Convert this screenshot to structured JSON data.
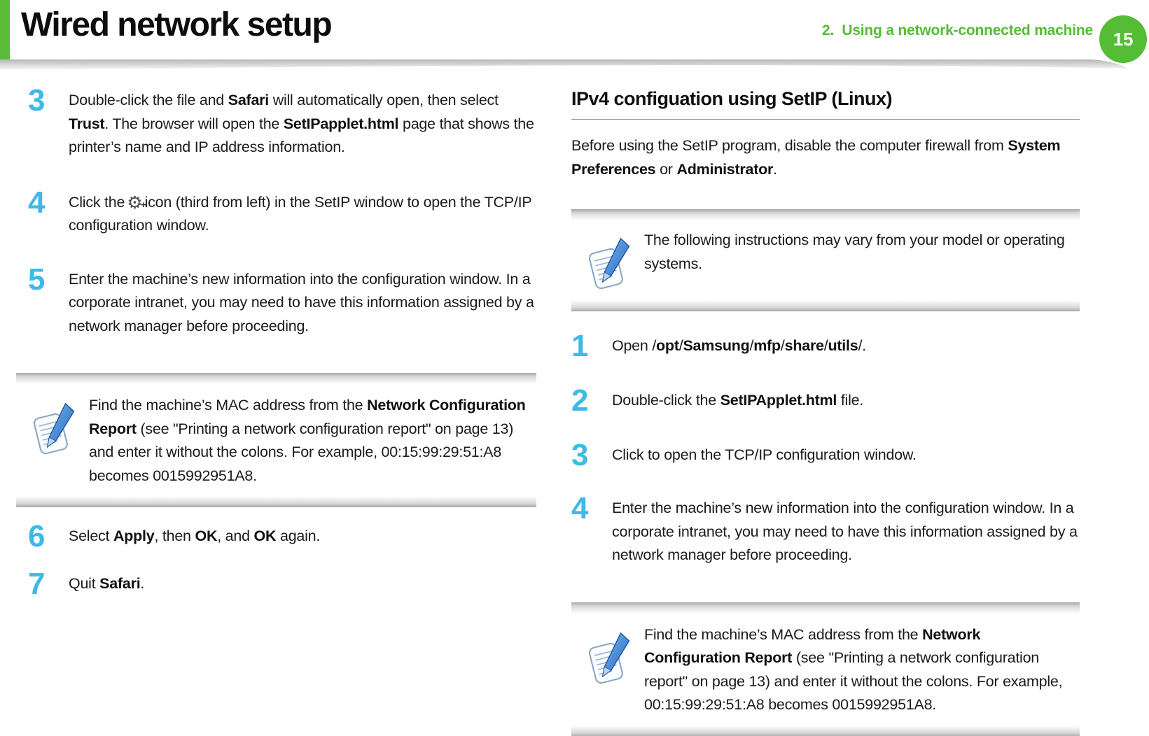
{
  "header": {
    "title": "Wired network setup",
    "chapter": "2.  Using a network-connected machine",
    "page_number": "15"
  },
  "icons": {
    "gear-plus-icon": "⚙"
  },
  "left_column": {
    "step3": {
      "num": "3",
      "segments": [
        {
          "t": "Double-click the file and "
        },
        {
          "t": "Safari",
          "b": true
        },
        {
          "t": " will automatically open, then select "
        },
        {
          "t": "Trust",
          "b": true
        },
        {
          "t": ". The browser will open the "
        },
        {
          "t": "SetIPapplet.html",
          "b": true
        },
        {
          "t": " page that shows the printer’s name and IP address information."
        }
      ]
    },
    "step4": {
      "num": "4",
      "segments": [
        {
          "t": "Click the"
        },
        {
          "icon": "gear-plus-icon"
        },
        {
          "t": "icon (third from left) in the SetIP window to open the TCP/IP configuration window."
        }
      ]
    },
    "step5": {
      "num": "5",
      "segments": [
        {
          "t": "Enter the machine’s new information into the configuration window. In a corporate intranet, you may need to have this information assigned by a network manager before proceeding."
        }
      ]
    },
    "note": {
      "segments": [
        {
          "t": "Find the machine’s MAC address from the "
        },
        {
          "t": "Network Configuration Report",
          "b": true
        },
        {
          "t": " (see \"Printing a network configuration report\" on page 13) and enter it without the colons. For example, 00:15:99:29:51:A8 becomes 0015992951A8."
        }
      ]
    },
    "step6": {
      "num": "6",
      "segments": [
        {
          "t": "Select "
        },
        {
          "t": "Apply",
          "b": true
        },
        {
          "t": ", then "
        },
        {
          "t": "OK",
          "b": true
        },
        {
          "t": ", and "
        },
        {
          "t": "OK",
          "b": true
        },
        {
          "t": " again."
        }
      ]
    },
    "step7": {
      "num": "7",
      "segments": [
        {
          "t": "Quit "
        },
        {
          "t": "Safari",
          "b": true
        },
        {
          "t": "."
        }
      ]
    }
  },
  "right_column": {
    "heading": "IPv4 configuation using SetIP (Linux)",
    "intro_segments": [
      {
        "t": "Before using the SetIP program, disable the computer firewall from "
      },
      {
        "t": "System Preferences",
        "b": true
      },
      {
        "t": " or "
      },
      {
        "t": "Administrator",
        "b": true
      },
      {
        "t": "."
      }
    ],
    "note1": {
      "segments": [
        {
          "t": "The following instructions may vary from your model or operating systems."
        }
      ]
    },
    "step1": {
      "num": "1",
      "segments": [
        {
          "t": "Open /"
        },
        {
          "t": "opt",
          "b": true
        },
        {
          "t": "/"
        },
        {
          "t": "Samsung",
          "b": true
        },
        {
          "t": "/"
        },
        {
          "t": "mfp",
          "b": true
        },
        {
          "t": "/"
        },
        {
          "t": "share",
          "b": true
        },
        {
          "t": "/"
        },
        {
          "t": "utils",
          "b": true
        },
        {
          "t": "/."
        }
      ]
    },
    "step2": {
      "num": "2",
      "segments": [
        {
          "t": "Double-click the "
        },
        {
          "t": "SetIPApplet.html",
          "b": true
        },
        {
          "t": " file."
        }
      ]
    },
    "step3": {
      "num": "3",
      "segments": [
        {
          "t": "Click to open the TCP/IP configuration window."
        }
      ]
    },
    "step4": {
      "num": "4",
      "segments": [
        {
          "t": "Enter the machine’s new information into the configuration window. In a corporate intranet, you may need to have this information assigned by a network manager before proceeding."
        }
      ]
    },
    "note2": {
      "segments": [
        {
          "t": "Find the machine’s MAC address from the "
        },
        {
          "t": "Network Configuration Report",
          "b": true
        },
        {
          "t": " (see \"Printing a network configuration report\" on page 13) and enter it without the colons. For example, 00:15:99:29:51:A8 becomes 0015992951A8."
        }
      ]
    }
  }
}
